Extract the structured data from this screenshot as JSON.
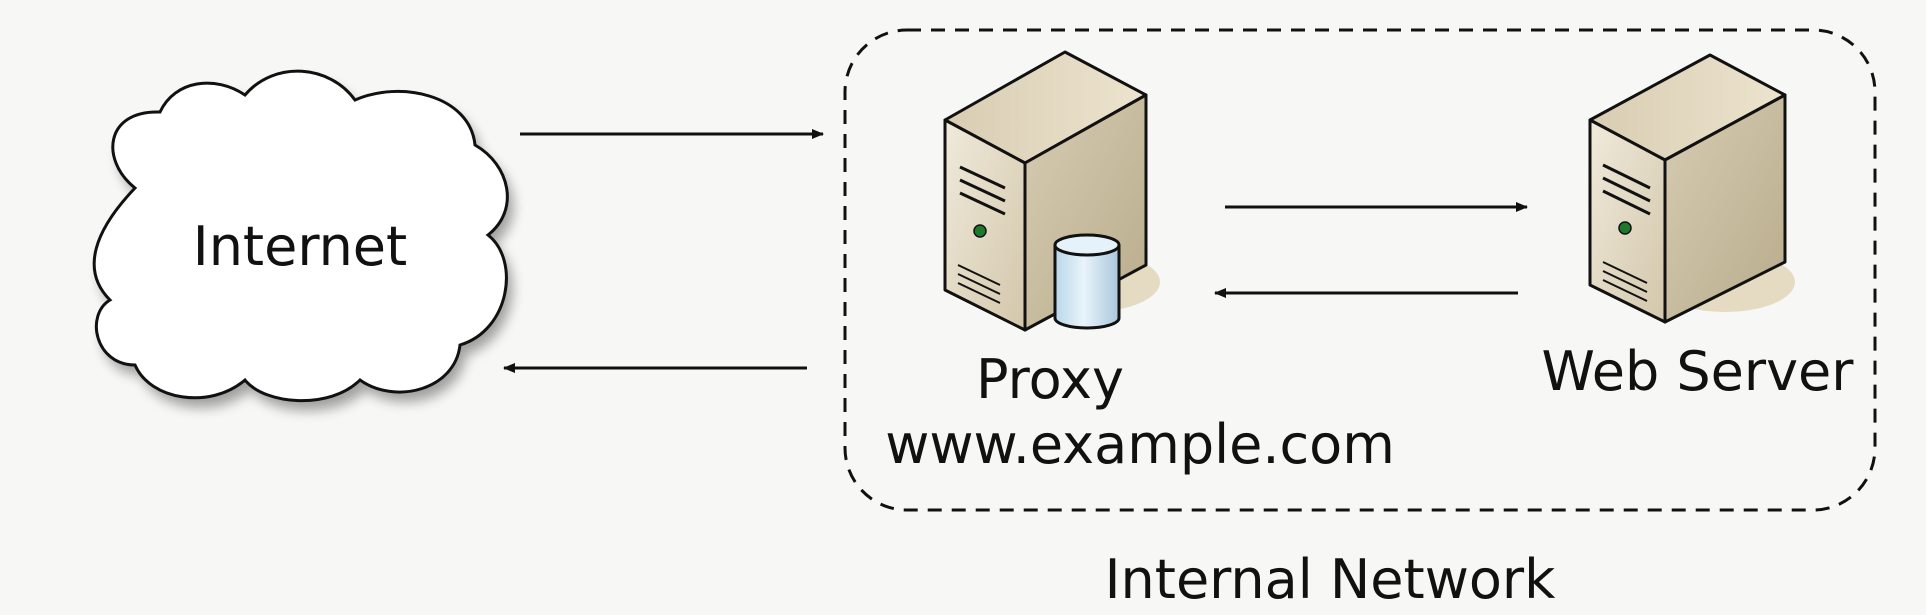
{
  "diagram": {
    "nodes": {
      "internet": {
        "label": "Internet",
        "icon": "cloud-icon"
      },
      "proxy": {
        "label": "Proxy",
        "hostname": "www.example.com",
        "icon": "server-with-cache-icon"
      },
      "web_server": {
        "label": "Web Server",
        "icon": "server-icon"
      }
    },
    "group": {
      "label": "Internal Network",
      "style": "dashed"
    },
    "edges": [
      {
        "from": "internet",
        "to": "proxy"
      },
      {
        "from": "proxy",
        "to": "internet"
      },
      {
        "from": "proxy",
        "to": "web_server"
      },
      {
        "from": "web_server",
        "to": "proxy"
      }
    ],
    "colors": {
      "background": "#f7f7f5",
      "line": "#111111",
      "server_body": "#e2d8c2",
      "cache_cylinder": "#d6e9f5"
    }
  }
}
